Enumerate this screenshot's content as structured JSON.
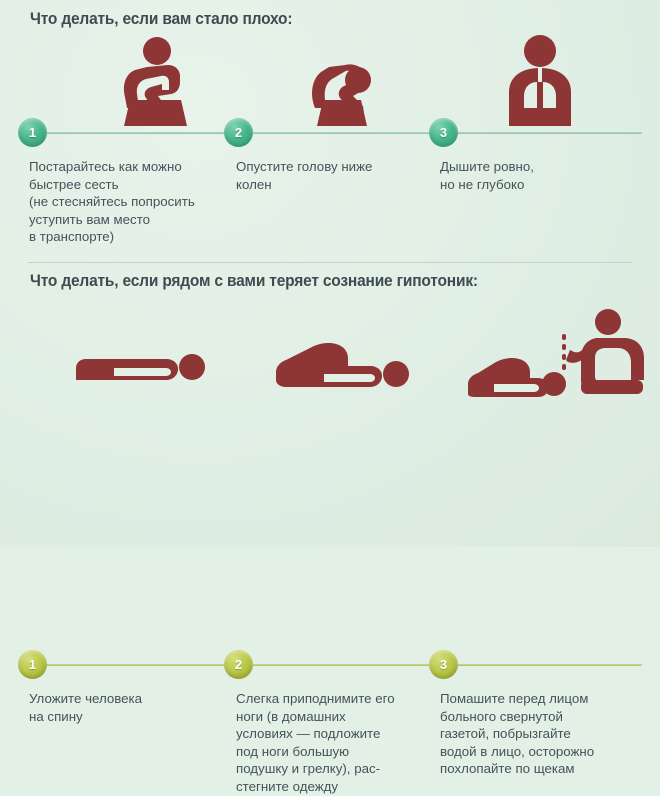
{
  "colors": {
    "background": "#e2f0e6",
    "figure": "#8e3535",
    "heading_text": "#3f4b50",
    "body_text": "#46525a",
    "badge_teal": "#46b58d",
    "badge_olive": "#b9c847",
    "divider": "#c9cfcc"
  },
  "sections": [
    {
      "id": "self-help",
      "title": "Что делать, если вам стало плохо:",
      "badge_style": "teal",
      "steps": [
        {
          "number": "1",
          "icon": "person-sitting-on-stool-icon",
          "text": "Постарайтесь как можно\nбыстрее сесть\n(не стесняйтесь попросить\nуступить вам место\nв транспорте)"
        },
        {
          "number": "2",
          "icon": "person-head-between-knees-icon",
          "text": "Опустите голову ниже\nколен"
        },
        {
          "number": "3",
          "icon": "torso-with-lungs-breathing-icon",
          "text": "Дышите ровно,\nно не глубоко"
        }
      ]
    },
    {
      "id": "helping-others",
      "title": "Что делать, если рядом с вами теряет сознание гипотоник:",
      "badge_style": "olive",
      "steps": [
        {
          "number": "1",
          "icon": "person-lying-flat-on-back-icon",
          "text": "Уложите человека\nна спину"
        },
        {
          "number": "2",
          "icon": "person-lying-with-legs-raised-icon",
          "text": "Слегка приподнимите его\nноги (в домашних\nусловиях — подложите\nпод ноги большую\nподушку и грелку), рас-\nстегните одежду"
        },
        {
          "number": "3",
          "icon": "helper-sprinkling-water-on-face-icon",
          "text": "Помашите перед лицом\nбольного свернутой\nгазетой, побрызгайте\nводой в лицо, осторожно\nпохлопайте по щекам"
        }
      ]
    }
  ]
}
